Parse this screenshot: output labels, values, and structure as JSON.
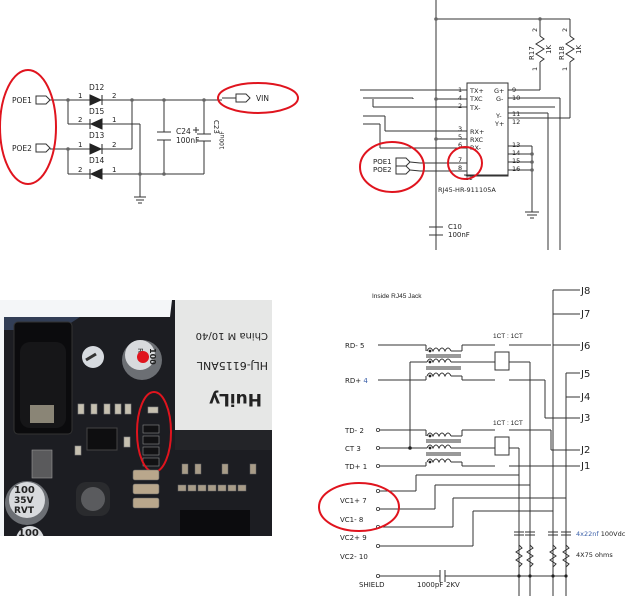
{
  "colors": {
    "wire": "#333333",
    "highlight": "#e0141e",
    "pcb": "#1c1d22",
    "accent_blue": "#3a5fa8"
  },
  "top_left": {
    "ports": [
      "POE1",
      "POE2"
    ],
    "output_port": "VIN",
    "diodes": [
      "D12",
      "D15",
      "D13",
      "D14"
    ],
    "pin_labels": [
      "1",
      "2",
      "2",
      "1",
      "1",
      "2",
      "2",
      "1"
    ],
    "cap1": {
      "name": "C24",
      "value": "100nF"
    },
    "cap2": {
      "name": "C23",
      "value": "100uF"
    }
  },
  "top_right": {
    "resistors": [
      {
        "name": "R17",
        "value": "1K",
        "pin_top": "2",
        "pin_bottom": "1"
      },
      {
        "name": "R18",
        "value": "1K",
        "pin_top": "2",
        "pin_bottom": "1"
      }
    ],
    "left_pins": [
      {
        "num": "1",
        "label": "TX+"
      },
      {
        "num": "4",
        "label": "TXC"
      },
      {
        "num": "2",
        "label": "TX-"
      },
      {
        "num": "3",
        "label": "RX+"
      },
      {
        "num": "5",
        "label": "RXC"
      },
      {
        "num": "6",
        "label": "RX-"
      },
      {
        "num": "7",
        "label": ""
      },
      {
        "num": "8",
        "label": ""
      }
    ],
    "right_pins": [
      {
        "num": "9",
        "label": "G+"
      },
      {
        "num": "10",
        "label": "G-"
      },
      {
        "num": "11",
        "label": "Y-"
      },
      {
        "num": "12",
        "label": "Y+"
      },
      {
        "num": "13",
        "label": ""
      },
      {
        "num": "14",
        "label": ""
      },
      {
        "num": "15",
        "label": ""
      },
      {
        "num": "16",
        "label": ""
      }
    ],
    "bottom_pin": "11",
    "ports": [
      "POE1",
      "POE2"
    ],
    "part_number": "RJ45-HR-911105A",
    "cap": {
      "name": "C10",
      "value": "100nF"
    }
  },
  "photo": {
    "jack_text": [
      "China M 10/40",
      "HLJ-6115ANL",
      "HuiLy"
    ],
    "cap_top": [
      "100",
      "RVT"
    ],
    "cap_bottom": [
      "100",
      "35V",
      "RVT"
    ],
    "cap_bottom2": "100"
  },
  "bottom_right": {
    "title": "Inside RJ45   Jack",
    "ratio_labels": [
      "1CT : 1CT",
      "1CT : 1CT"
    ],
    "left_pins": [
      {
        "label": "RD-",
        "num": "5"
      },
      {
        "label": "RD+",
        "num": "4"
      },
      {
        "label": "TD-",
        "num": "2"
      },
      {
        "label": "CT",
        "num": "3"
      },
      {
        "label": "TD+",
        "num": "1"
      },
      {
        "label": "VC1+",
        "num": "7"
      },
      {
        "label": "VC1-",
        "num": "8"
      },
      {
        "label": "VC2+",
        "num": "9"
      },
      {
        "label": "VC2-",
        "num": "10"
      }
    ],
    "shield": "SHIELD",
    "shield_cap": "1000pF",
    "shield_voltage": "2KV",
    "right_pins": [
      "J8",
      "J7",
      "J6",
      "J5",
      "J4",
      "J3",
      "J2",
      "J1"
    ],
    "caps_note_a": "4x22nf",
    "caps_note_b": "100Vdc",
    "res_note_a": "4X75",
    "res_note_b": "ohms"
  }
}
